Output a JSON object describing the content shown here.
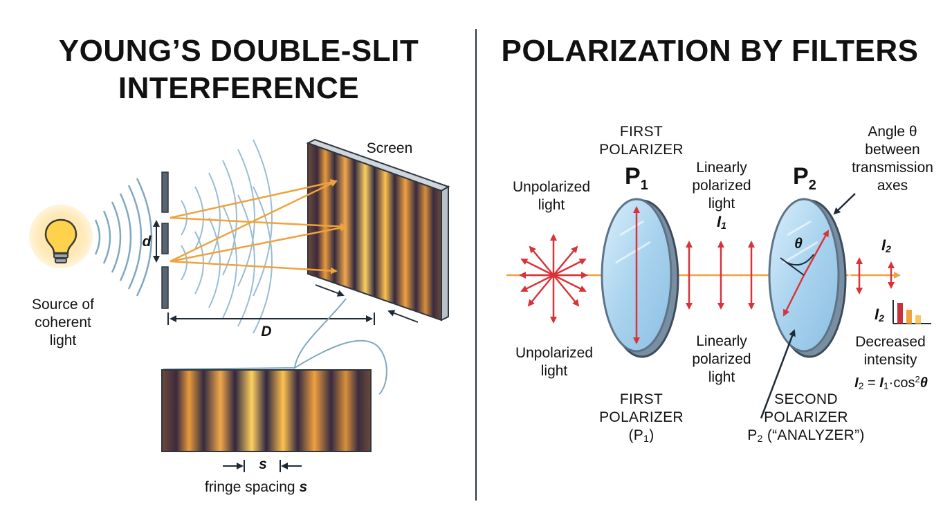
{
  "left_panel": {
    "title_line1": "YOUNG’S DOUBLE-SLIT",
    "title_line2": "INTERFERENCE",
    "source_label_1": "Source of",
    "source_label_2": "coherent",
    "source_label_3": "light",
    "screen_label": "Screen",
    "slit_separation_symbol": "d",
    "distance_symbol": "D",
    "spacing_symbol": "s",
    "fringe_caption": "fringe spacing",
    "fringe_caption_symbol": "s"
  },
  "right_panel": {
    "title": "POLARIZATION BY FILTERS",
    "first_polarizer_top_1": "FIRST",
    "first_polarizer_top_2": "POLARIZER",
    "p1_letter": "P",
    "p1_sub": "1",
    "p2_letter": "P",
    "p2_sub": "2",
    "unpolarized_top_1": "Unpolarized",
    "unpolarized_top_2": "light",
    "unpolarized_bottom_1": "Unpolarized",
    "unpolarized_bottom_2": "light",
    "linear_top_1": "Linearly",
    "linear_top_2": "polarized",
    "linear_top_3": "light",
    "i1_letter": "I",
    "i1_sub": "1",
    "linear_bottom_1": "Linearly",
    "linear_bottom_2": "polarized",
    "linear_bottom_3": "light",
    "angle_1": "Angle θ",
    "angle_2": "between",
    "angle_3": "transmission",
    "angle_4": "axes",
    "theta_symbol": "θ",
    "i2_letter": "I",
    "i2_sub": "2",
    "i2_bar_letter": "I",
    "i2_bar_sub": "2",
    "decreased_1": "Decreased",
    "decreased_2": "intensity",
    "formula_i2": "I",
    "formula_i2_sub": "2",
    "formula_eq": " = ",
    "formula_i1": "I",
    "formula_i1_sub": "1",
    "formula_cos": "·cos",
    "formula_pow": "2",
    "formula_theta": "θ",
    "first_polarizer_bottom_1": "FIRST",
    "first_polarizer_bottom_2": "POLARIZER",
    "first_polarizer_bottom_3a": "(P",
    "first_polarizer_bottom_3sub": "1",
    "first_polarizer_bottom_3b": ")",
    "second_polarizer_1": "SECOND",
    "second_polarizer_2": "POLARIZER",
    "second_polarizer_3a": "P",
    "second_polarizer_3sub": "2",
    "second_polarizer_3b": " (“ANALYZER”)"
  },
  "colors": {
    "ray_orange": "#f0a23c",
    "arrow_red": "#d9333a",
    "lens_blue": "#aad4ef",
    "lens_rim": "#5e7388",
    "wave_blue": "#7fa8bf",
    "ink": "#1f2a36"
  },
  "icons": [
    "light-bulb-icon"
  ]
}
